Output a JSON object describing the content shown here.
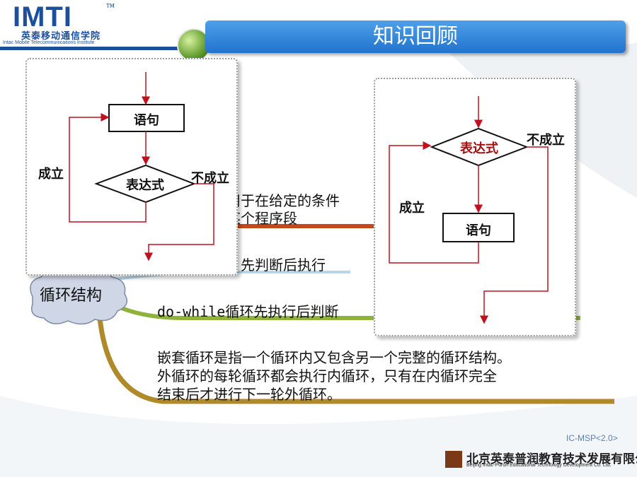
{
  "header": {
    "logo_text": "IMTI",
    "logo_tm": "TM",
    "logo_cn": "英泰移动通信学院",
    "logo_en": "Intac Mobile Telecommunications Institute",
    "title": "知识回顾"
  },
  "mindmap": {
    "root_label": "循环结构",
    "while_line1": "用于在给定的条件",
    "while_line2": "某个程序段",
    "for_text": "先判断后执行",
    "do_while_text": "do-while循环先执行后判断",
    "nested_line1": "嵌套循环是指一个循环内又包含另一个完整的循环结构。",
    "nested_line2": "外循环的每轮循环都会执行内循环，只有在内循环完全",
    "nested_line3": "结束后才进行下一轮外循环。"
  },
  "flowchart_left": {
    "statement": "语句",
    "expression": "表达式",
    "true_label": "成立",
    "false_label": "不成立"
  },
  "flowchart_right": {
    "statement": "语句",
    "expression": "表达式",
    "true_label": "成立",
    "false_label": "不成立"
  },
  "footer": {
    "code": "IC-MSP<2.0>",
    "company_cn": "北京英泰普润教育技术发展有限公司",
    "company_en": "Beijing Intac-Purun Educational Technology Development Co. Ltd."
  },
  "colors": {
    "brand_blue": "#1d4f9c",
    "title_bar": "#2f86d9",
    "arrow_red": "#c0101e",
    "branch_orange": "#c44a1a",
    "branch_green": "#8fb23a",
    "branch_gold": "#b08a2a"
  }
}
